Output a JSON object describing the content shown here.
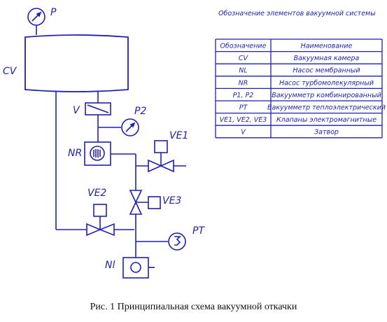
{
  "diagram": {
    "labels": {
      "P": "P",
      "CV": "CV",
      "V": "V",
      "P2": "P2",
      "NR": "NR",
      "VE1": "VE1",
      "VE2": "VE2",
      "VE3": "VE3",
      "PT": "PT",
      "Nl": "Nl"
    }
  },
  "legend": {
    "title": "Обозначение элементов вакуумной системы",
    "header": [
      "Обозначение",
      "Наименование"
    ],
    "rows": [
      [
        "CV",
        "Вакуумная камера"
      ],
      [
        "NL",
        "Насос мембранный"
      ],
      [
        "NR",
        "Насос турбомолекулярный"
      ],
      [
        "P1, P2",
        "Вакуумметр комбинированный"
      ],
      [
        "PT",
        "Вакуумметр теплоэлектрический"
      ],
      [
        "VE1, VE2, VE3",
        "Клапаны электромагнитные"
      ],
      [
        "V",
        "Затвор"
      ]
    ]
  },
  "caption": "Рис. 1 Принципиальная схема вакуумной откачки",
  "colors": {
    "line": "#1f1fb0",
    "caption": "#111111"
  }
}
